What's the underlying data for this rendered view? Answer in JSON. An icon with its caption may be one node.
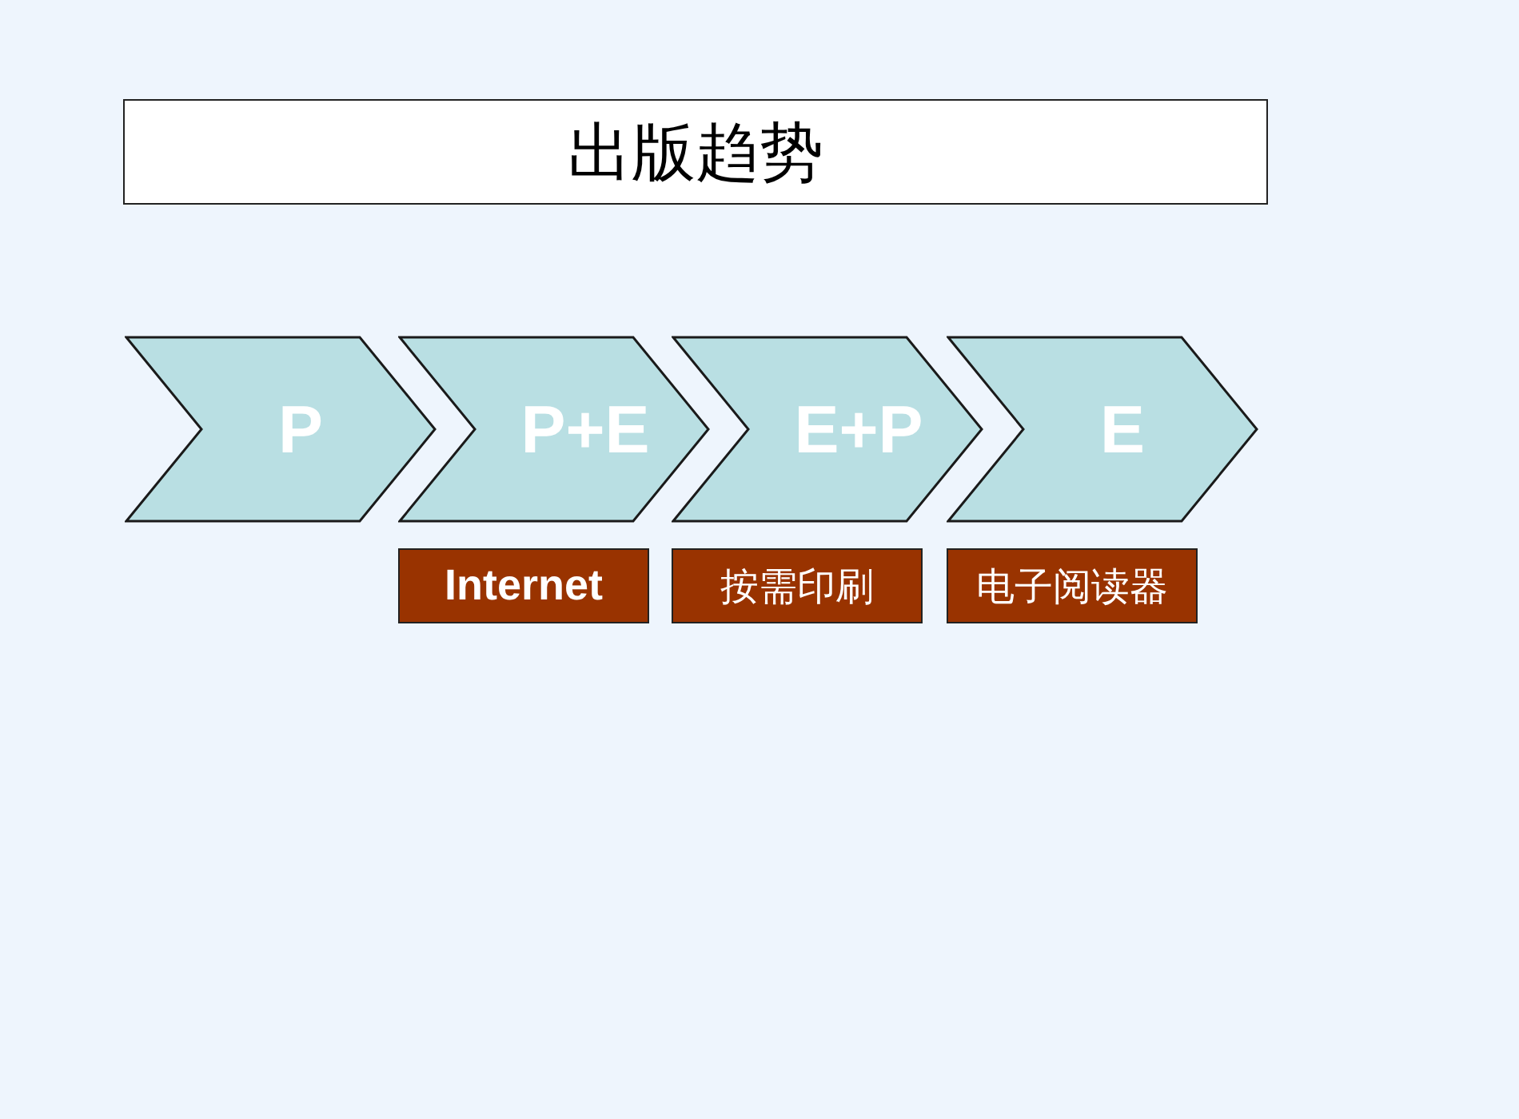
{
  "diagram": {
    "title": "出版趋势",
    "nodes": [
      {
        "text": [
          "P"
        ]
      },
      {
        "text": [
          "P+E"
        ]
      },
      {
        "text": [
          "E+P"
        ]
      },
      {
        "text": [
          "E"
        ]
      },
      {
        "text": [
          "Internet"
        ]
      },
      {
        "text": [
          "按需印刷"
        ]
      },
      {
        "text": [
          "电子阅读器"
        ]
      }
    ]
  }
}
